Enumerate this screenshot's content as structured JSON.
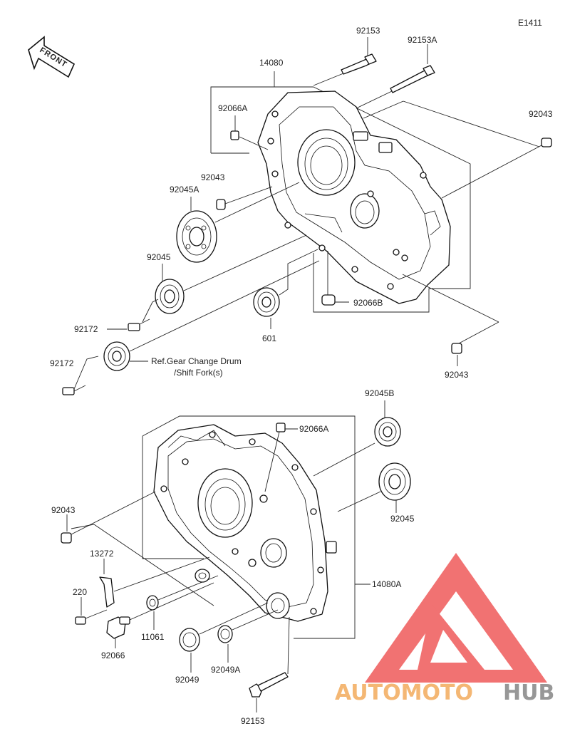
{
  "diagram_code": "E1411",
  "front_label": "FRONT",
  "labels": {
    "p92153_top": "92153",
    "p92153A": "92153A",
    "p14080": "14080",
    "p92066A_top": "92066A",
    "p92043_top_right": "92043",
    "p92043_top_left": "92043",
    "p92045A": "92045A",
    "p92045_top": "92045",
    "p92066B": "92066B",
    "p601": "601",
    "p92172_a": "92172",
    "p92172_b": "92172",
    "ref_line1": "Ref.Gear Change Drum",
    "ref_line2": "/Shift Fork(s)",
    "p92043_mid_right": "92043",
    "p92045B": "92045B",
    "p92066A_bottom": "92066A",
    "p92043_bottom_left": "92043",
    "p92045_bottom": "92045",
    "p13272": "13272",
    "p220": "220",
    "p14080A": "14080A",
    "p11061": "11061",
    "p92066": "92066",
    "p92049": "92049",
    "p92049A": "92049A",
    "p92153_bottom": "92153"
  },
  "watermark": {
    "part1": "AUTOMOTO",
    "part2": "HUB",
    "colors": {
      "primary": "#f3b066",
      "secondary": "#8c8c8c",
      "logo": "#ee4b4b"
    }
  }
}
